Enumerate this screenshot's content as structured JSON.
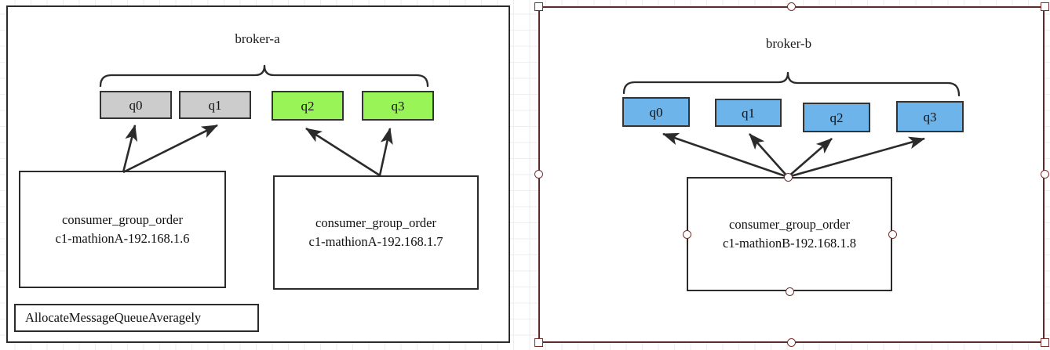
{
  "canvas": {
    "grid": "light-gray-20px",
    "background_color": "#ffffff",
    "grid_color": "#eeeeee"
  },
  "colors": {
    "queue_gray": "#cccccc",
    "queue_green": "#99f557",
    "queue_blue": "#6cb4ea",
    "box_stroke": "#333333",
    "panel_stroke": "#2b2b2b",
    "selection_stroke": "#7a2f2f",
    "text": "#111111"
  },
  "panels": [
    {
      "id": "broker-a",
      "title": "broker-a",
      "selected": false,
      "strategy_label": "AllocateMessageQueueAveragely",
      "queues": [
        {
          "label": "q0",
          "color": "#cccccc"
        },
        {
          "label": "q1",
          "color": "#cccccc"
        },
        {
          "label": "q2",
          "color": "#99f557"
        },
        {
          "label": "q3",
          "color": "#99f557"
        }
      ],
      "consumers": [
        {
          "group": "consumer_group_order",
          "instance": "c1-mathionA-192.168.1.6",
          "consumes": [
            "q0",
            "q1"
          ]
        },
        {
          "group": "consumer_group_order",
          "instance": "c1-mathionA-192.168.1.7",
          "consumes": [
            "q2",
            "q3"
          ]
        }
      ]
    },
    {
      "id": "broker-b",
      "title": "broker-b",
      "selected": true,
      "strategy_label": "",
      "queues": [
        {
          "label": "q0",
          "color": "#6cb4ea"
        },
        {
          "label": "q1",
          "color": "#6cb4ea"
        },
        {
          "label": "q2",
          "color": "#6cb4ea"
        },
        {
          "label": "q3",
          "color": "#6cb4ea"
        }
      ],
      "consumers": [
        {
          "group": "consumer_group_order",
          "instance": "c1-mathionB-192.168.1.8",
          "consumes": [
            "q0",
            "q1",
            "q2",
            "q3"
          ]
        }
      ]
    }
  ],
  "selection": {
    "handle_count": 8,
    "shape_handles": 5,
    "handle_fill": "#ffffff",
    "handle_stroke": "#7a2f2f"
  }
}
